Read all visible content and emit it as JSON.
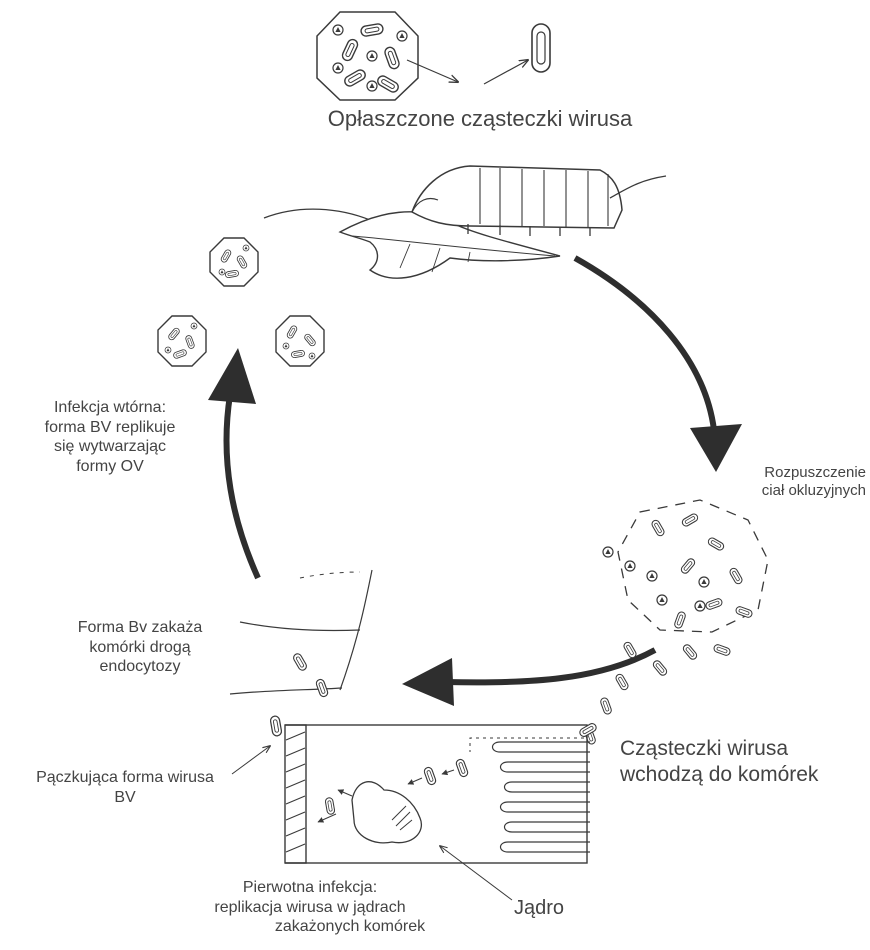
{
  "labels": {
    "occluded_virions": "Opłaszczone cząsteczki wirusa",
    "secondary_infection": [
      "Infekcja wtórna:",
      "forma BV replikuje",
      "się wytwarzając",
      "formy OV"
    ],
    "dissolution": [
      "Rozpuszczenie",
      "ciał okluzyjnych"
    ],
    "bv_endocytosis": [
      "Forma Bv zakaża",
      "komórki drogą",
      "endocytozy"
    ],
    "virions_enter_cells": [
      "Cząsteczki wirusa",
      "wchodzą do komórek"
    ],
    "budding_bv": [
      "Pączkująca forma wirusa",
      "BV"
    ],
    "primary_infection": [
      "Pierwotna infekcja:",
      "replikacja wirusa w jądrach",
      "zakażonych komórek"
    ],
    "nucleus": "Jądro"
  },
  "icons": [
    "occlusion-body-icon",
    "virion-icon",
    "caterpillar-icon",
    "leaf-icon",
    "cycle-arrow-icon",
    "cell-icon",
    "nucleus-icon"
  ],
  "colors": {
    "stroke": "#3a3a3a",
    "text": "#444444",
    "background": "#ffffff"
  }
}
